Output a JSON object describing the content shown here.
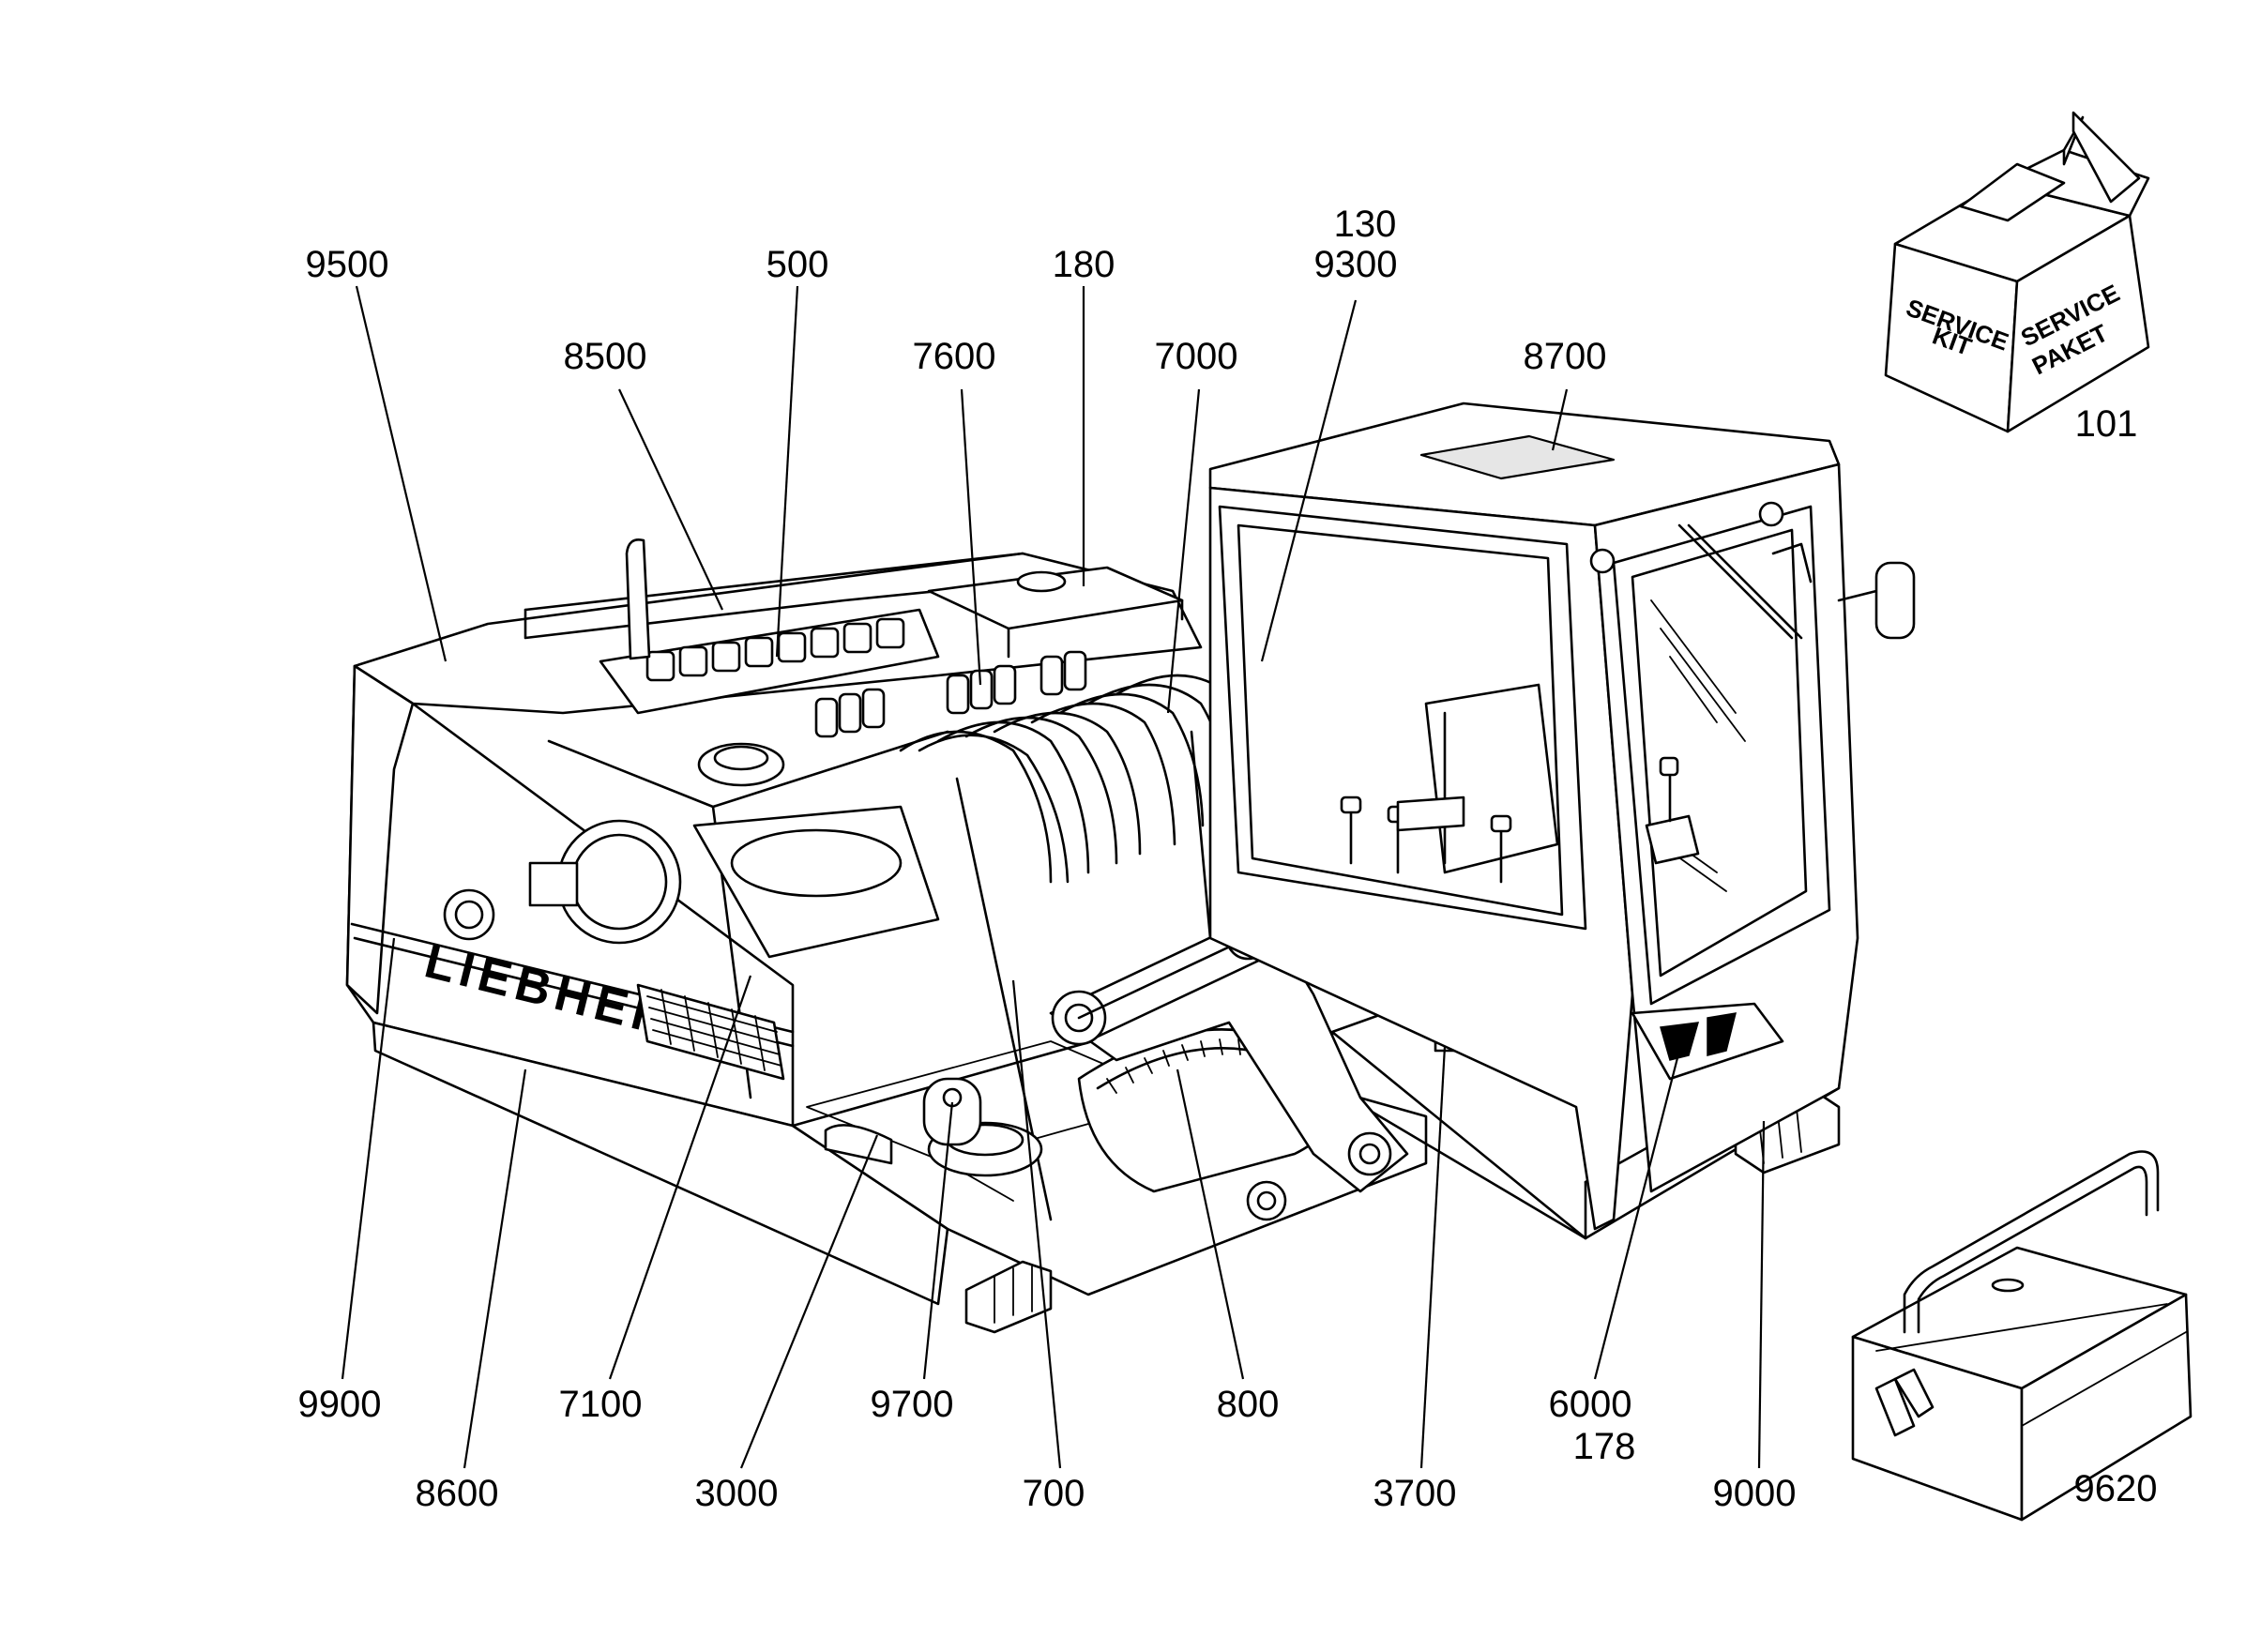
{
  "callouts": [
    {
      "id": "c9500",
      "text": "9500"
    },
    {
      "id": "c500",
      "text": "500"
    },
    {
      "id": "c180",
      "text": "180"
    },
    {
      "id": "c130",
      "text": "130"
    },
    {
      "id": "c9300",
      "text": "9300"
    },
    {
      "id": "c8500",
      "text": "8500"
    },
    {
      "id": "c7600",
      "text": "7600"
    },
    {
      "id": "c7000",
      "text": "7000"
    },
    {
      "id": "c8700",
      "text": "8700"
    },
    {
      "id": "c101",
      "text": "101"
    },
    {
      "id": "c9900",
      "text": "9900"
    },
    {
      "id": "c7100",
      "text": "7100"
    },
    {
      "id": "c9700",
      "text": "9700"
    },
    {
      "id": "c800",
      "text": "800"
    },
    {
      "id": "c6000",
      "text": "6000"
    },
    {
      "id": "c178",
      "text": "178"
    },
    {
      "id": "c8600",
      "text": "8600"
    },
    {
      "id": "c3000",
      "text": "3000"
    },
    {
      "id": "c700",
      "text": "700"
    },
    {
      "id": "c3700",
      "text": "3700"
    },
    {
      "id": "c9000",
      "text": "9000"
    },
    {
      "id": "c9620",
      "text": "9620"
    }
  ],
  "brand_text": "LIEBHERR",
  "service_box": {
    "left_line1": "SERVICE",
    "left_line2": "KIT",
    "right_line1": "SERVICE",
    "right_line2": "PAKET"
  }
}
